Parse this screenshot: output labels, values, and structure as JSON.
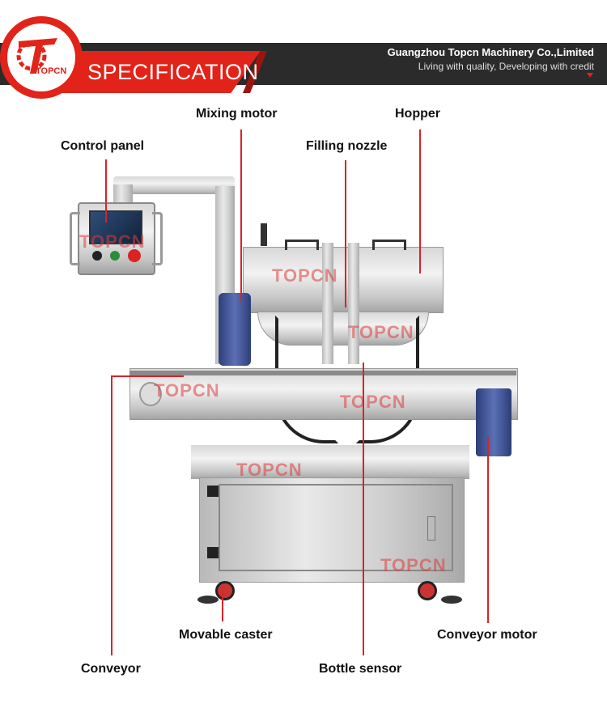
{
  "header": {
    "logo_text": "TOPCN",
    "banner": "SPECIFICATION",
    "company": "Guangzhou Topcn Machinery Co.,Limited",
    "tagline": "Living with quality, Developing with credit"
  },
  "labels": {
    "mixing_motor": "Mixing motor",
    "hopper": "Hopper",
    "control_panel": "Control panel",
    "filling_nozzle": "Filling nozzle",
    "movable_caster": "Movable caster",
    "conveyor_motor": "Conveyor motor",
    "conveyor": "Conveyor",
    "bottle_sensor": "Bottle sensor"
  },
  "watermark": "TOPCN",
  "colors": {
    "accent": "#e2231a",
    "header_dark": "#2b2b2b"
  }
}
